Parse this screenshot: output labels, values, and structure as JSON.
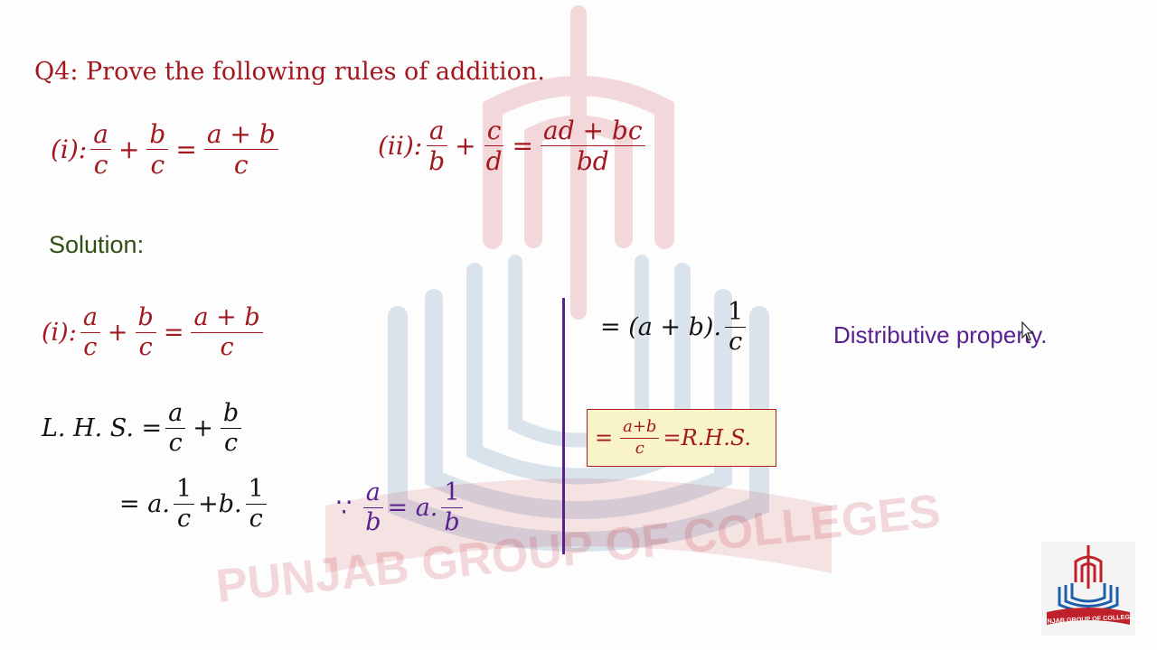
{
  "title": "Q4: Prove the following rules of addition.",
  "rule_i": {
    "label": "(i):",
    "a": "a",
    "c": "c",
    "b": "b",
    "plus": "+",
    "eq": "=",
    "rhs_num": "a + b",
    "rhs_den": "c"
  },
  "rule_ii": {
    "label": "(ii):",
    "a": "a",
    "b": "b",
    "c": "c",
    "d": "d",
    "plus": "+",
    "eq": "=",
    "rhs_num": "ad + bc",
    "rhs_den": "bd"
  },
  "solution_label": "Solution:",
  "proof": {
    "label": "(i):",
    "lhs_label": "L. H. S. =",
    "step2_a": "= a",
    "step2_b": "+b",
    "one": "1",
    "because_symbol": "∵",
    "because_rhs": "= a.",
    "dist_lhs": "=  (a + b).",
    "dist_label": "Distributive property.",
    "rhs_eq": "=",
    "rhs_num": "a+b",
    "rhs_den": "c",
    "rhs_text": "=R.H.S."
  },
  "watermark_text": "PUNJAB GROUP OF COLLEGES",
  "logo_text": "PUNJAB GROUP OF COLLEGES",
  "colors": {
    "red": "#a3171f",
    "green": "#2f4f12",
    "purple": "#5a2090",
    "box_fill": "#f8f3c9"
  }
}
